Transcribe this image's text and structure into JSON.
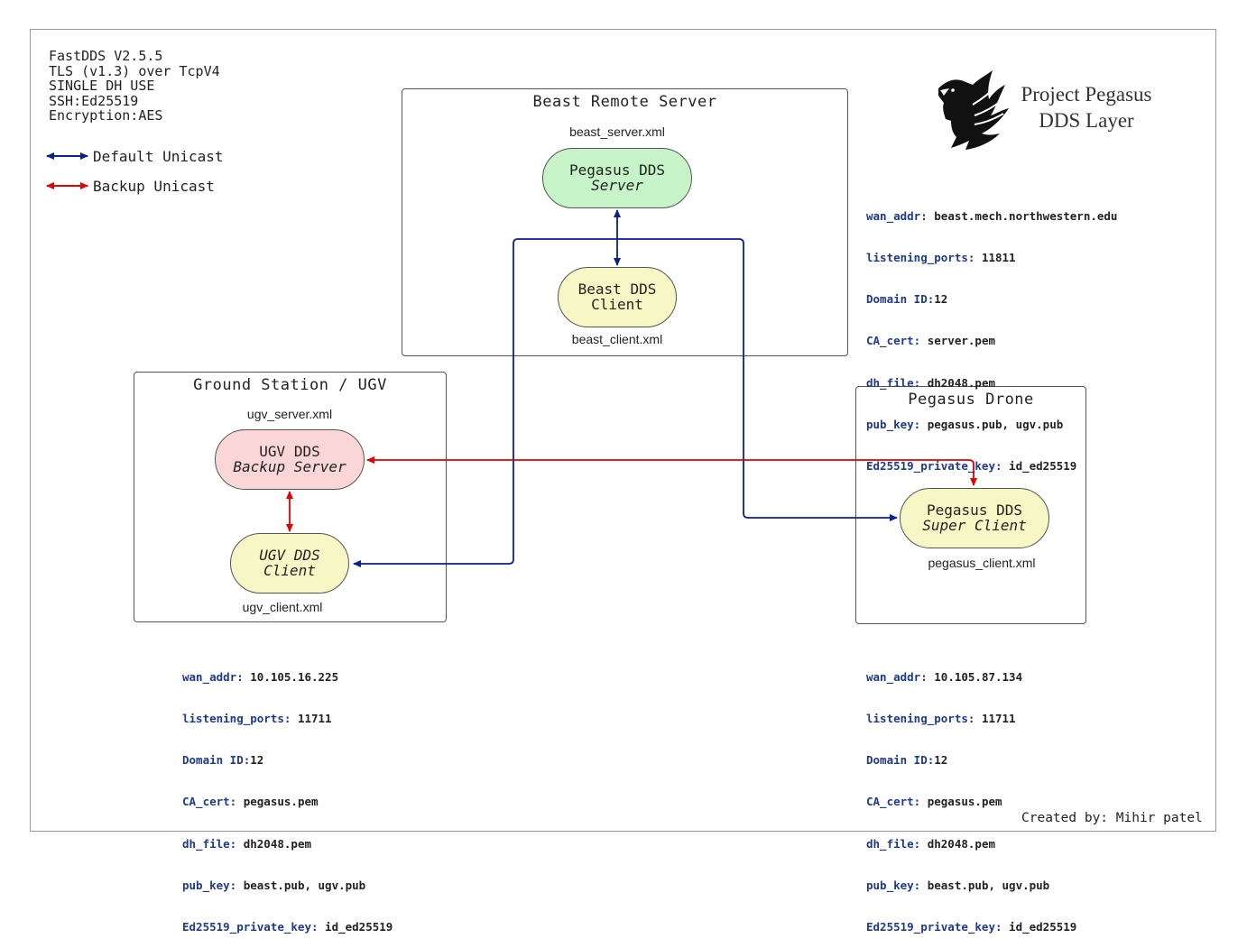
{
  "info": {
    "lines": [
      "FastDDS V2.5.5",
      "TLS (v1.3) over TcpV4",
      "SINGLE DH USE",
      "SSH:Ed25519",
      "Encryption:AES"
    ]
  },
  "legend": {
    "default_label": "Default Unicast",
    "backup_label": "Backup Unicast",
    "default_color": "#0c1f8c",
    "backup_color": "#e00000"
  },
  "brand": {
    "line1": "Project Pegasus",
    "line2": "DDS Layer",
    "logo_icon": "pegasus-logo-icon"
  },
  "groups": {
    "beast": {
      "title": "Beast Remote Server",
      "server_xml": "beast_server.xml",
      "client_xml": "beast_client.xml",
      "server_node": {
        "line1": "Pegasus DDS",
        "line2": "Server"
      },
      "client_node": {
        "line1": "Beast DDS",
        "line2": "Client"
      }
    },
    "ugv": {
      "title": "Ground Station / UGV",
      "server_xml": "ugv_server.xml",
      "client_xml": "ugv_client.xml",
      "server_node": {
        "line1": "UGV DDS",
        "line2": "Backup Server"
      },
      "client_node": {
        "line1": "UGV DDS",
        "line2": "Client"
      }
    },
    "drone": {
      "title": "Pegasus Drone",
      "client_xml": "pegasus_client.xml",
      "client_node": {
        "line1": "Pegasus DDS",
        "line2": "Super Client"
      }
    }
  },
  "configs": {
    "beast": [
      {
        "k": "wan_addr: ",
        "v": "beast.mech.northwestern.edu"
      },
      {
        "k": "listening_ports: ",
        "v": "11811"
      },
      {
        "k": "Domain ID:",
        "v": "12"
      },
      {
        "k": "CA_cert: ",
        "v": "server.pem"
      },
      {
        "k": "dh_file: ",
        "v": "dh2048.pem"
      },
      {
        "k": "pub_key: ",
        "v": "pegasus.pub, ugv.pub"
      },
      {
        "k": "Ed25519_private_key: ",
        "v": "id_ed25519"
      }
    ],
    "ugv": [
      {
        "k": "wan_addr: ",
        "v": "10.105.16.225"
      },
      {
        "k": "listening_ports: ",
        "v": "11711"
      },
      {
        "k": "Domain ID:",
        "v": "12"
      },
      {
        "k": "CA_cert: ",
        "v": "pegasus.pem"
      },
      {
        "k": "dh_file: ",
        "v": "dh2048.pem"
      },
      {
        "k": "pub_key: ",
        "v": "beast.pub, ugv.pub"
      },
      {
        "k": "Ed25519_private_key: ",
        "v": "id_ed25519"
      }
    ],
    "drone": [
      {
        "k": "wan_addr: ",
        "v": "10.105.87.134"
      },
      {
        "k": "listening_ports: ",
        "v": "11711"
      },
      {
        "k": "Domain ID:",
        "v": "12"
      },
      {
        "k": "CA_cert: ",
        "v": "pegasus.pem"
      },
      {
        "k": "dh_file: ",
        "v": "dh2048.pem"
      },
      {
        "k": "pub_key: ",
        "v": "beast.pub, ugv.pub"
      },
      {
        "k": "Ed25519_private_key: ",
        "v": "id_ed25519"
      }
    ]
  },
  "footer": {
    "credit": "Created by: Mihir patel"
  }
}
